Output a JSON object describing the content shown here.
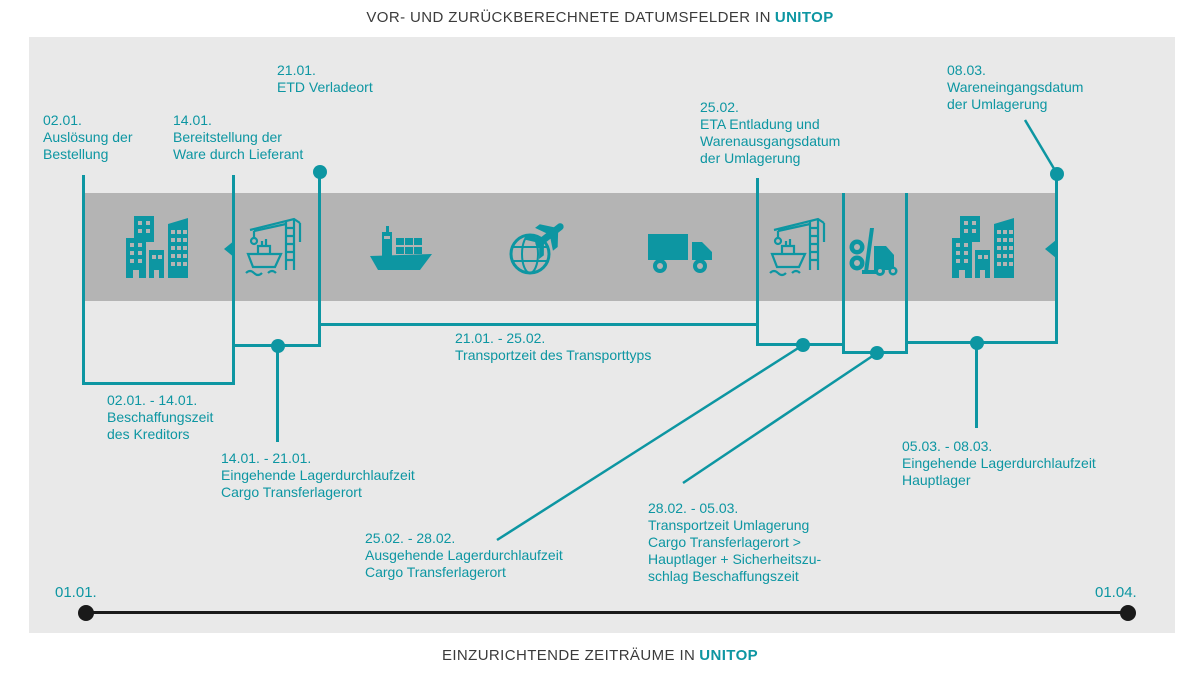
{
  "header": {
    "prefix": "VOR- UND ZURÜCKBERECHNETE DATUMSFELDER IN",
    "brand": "UNITOP"
  },
  "footer": {
    "prefix": "EINZURICHTENDE ZEITRÄUME IN",
    "brand": "UNITOP"
  },
  "colors": {
    "accent": "#0d96a2",
    "band": "#b4b4b4",
    "panel": "#e9e9e9",
    "ink": "#3b3b3b",
    "timeline": "#1a1a1a"
  },
  "timeline": {
    "start": "01.01.",
    "end": "01.04."
  },
  "milestones": [
    {
      "date": "02.01.",
      "text": "Auslösung der\nBestellung"
    },
    {
      "date": "14.01.",
      "text": "Bereitstellung der\nWare durch Lieferant"
    },
    {
      "date": "21.01.",
      "text": "ETD Verladeort"
    },
    {
      "date": "25.02.",
      "text": "ETA Entladung und\nWarenausgangsdatum\nder Umlagerung"
    },
    {
      "date": "08.03.",
      "text": "Wareneingangsdatum\nder Umlagerung"
    }
  ],
  "periods": [
    {
      "range": "02.01. - 14.01.",
      "text": "Beschaffungszeit\ndes Kreditors"
    },
    {
      "range": "14.01. - 21.01.",
      "text": "Eingehende Lagerdurchlaufzeit\nCargo Transferlagerort"
    },
    {
      "range": "21.01. - 25.02.",
      "text": "Transportzeit des Transporttyps"
    },
    {
      "range": "25.02. - 28.02.",
      "text": "Ausgehende Lagerdurchlaufzeit\nCargo Transferlagerort"
    },
    {
      "range": "28.02. - 05.03.",
      "text": "Transportzeit Umlagerung\nCargo Transferlagerort  >\nHauptlager + Sicherheitszu-\nschlag Beschaffungszeit"
    },
    {
      "range": "05.03. - 08.03.",
      "text": "Eingehende Lagerdurchlaufzeit\nHauptlager"
    }
  ],
  "icons": [
    "supplier-buildings",
    "port-crane-loading",
    "cargo-ship",
    "air-freight-globe-plane",
    "truck",
    "port-crane-unloading",
    "forklift",
    "warehouse-buildings"
  ]
}
